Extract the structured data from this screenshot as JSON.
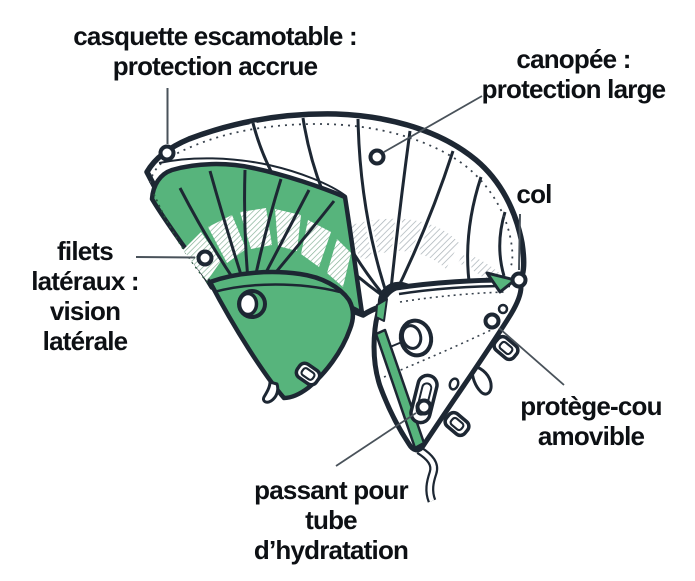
{
  "colors": {
    "accent_green": "#57B47C",
    "outline": "#1D2733",
    "leader_gray": "#49525A",
    "label_text": "#0D1014",
    "hatch_gray": "#A7B0B6",
    "hatch_green": "#7FAE92",
    "background": "#FFFFFF"
  },
  "callouts": {
    "casquette": {
      "text": "casquette escamotable :\nprotection accrue"
    },
    "canopee": {
      "text": "canopée :\nprotection large"
    },
    "col": {
      "text": "col"
    },
    "filets": {
      "text": "filets\nlatéraux :\nvision\nlatérale"
    },
    "protege_cou": {
      "text": "protège-cou\namovible"
    },
    "passant": {
      "text": "passant pour\ntube\nd’hydratation"
    }
  }
}
